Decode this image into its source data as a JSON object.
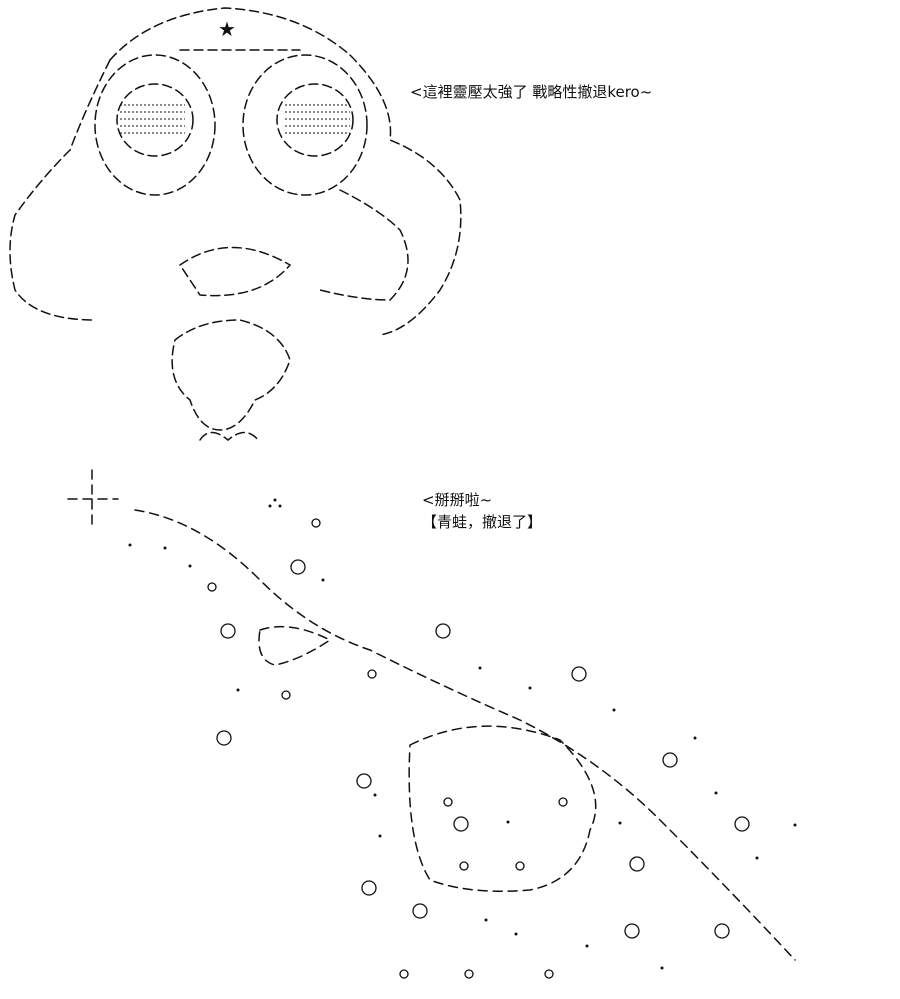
{
  "captions": {
    "line_1": "<這裡靈壓太強了 戰略性撤退kero~",
    "line_2": "<掰掰啦~",
    "line_3": "【青蛙，撤退了】"
  },
  "art": {
    "hat_star": "★",
    "ink_color": "#111111",
    "background_color": "#ffffff"
  }
}
